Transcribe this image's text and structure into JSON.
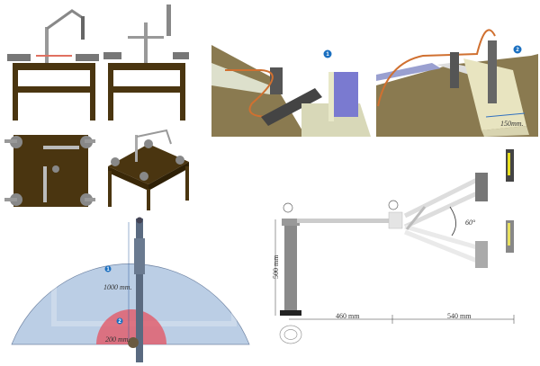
{
  "photo1": {
    "badge": "1"
  },
  "photo2": {
    "badge": "2",
    "width_label": "150mm."
  },
  "reach": {
    "outer_badge": "1",
    "inner_badge": "2",
    "outer_label": "1000 mm.",
    "inner_label": "200 mm."
  },
  "arm": {
    "height_label": "500 mm",
    "arm1_label": "460 mm",
    "arm2_label": "540 mm",
    "angle_label": "60°"
  },
  "colors": {
    "table": "#4a3510",
    "outer_zone": "#b8cce4",
    "inner_zone": "#e06070",
    "badge": "#1a6fc0",
    "ground": "#8a7a50"
  }
}
